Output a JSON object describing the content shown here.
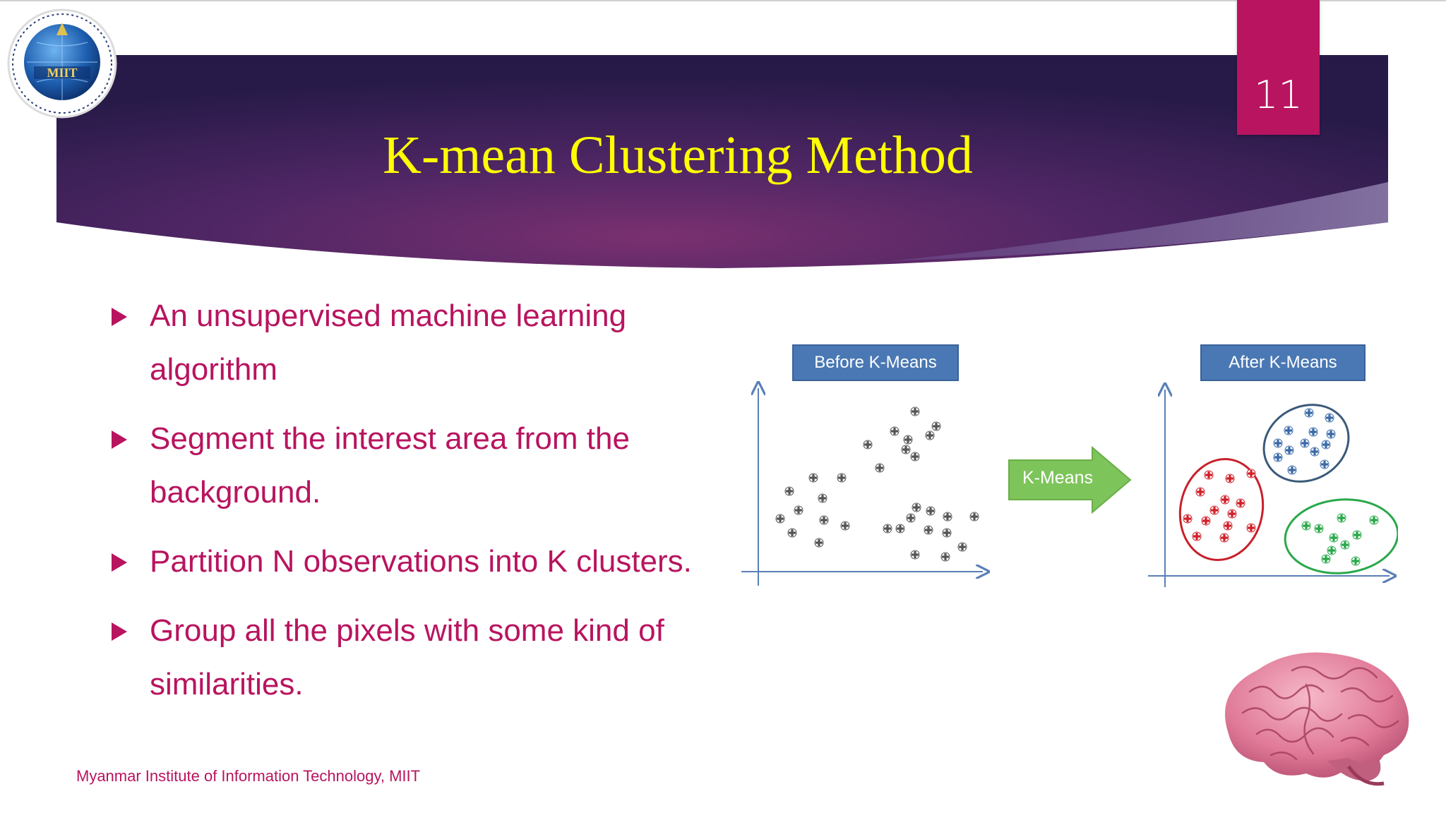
{
  "slide": {
    "title": "K-mean Clustering Method",
    "number": "11",
    "footer": "Myanmar Institute of Information Technology, MIIT",
    "logo_text": "MIIT"
  },
  "bullets": [
    "An unsupervised machine learning algorithm",
    "Segment the interest area from the background.",
    "Partition N observations into K clusters.",
    "Group all the pixels with some kind of similarities."
  ],
  "diagram": {
    "before_label": "Before K-Means",
    "after_label": "After K-Means",
    "arrow_label": "K-Means"
  },
  "colors": {
    "accent": "#b8145f",
    "title": "#ffff00",
    "banner_dark": "#2b1b4a",
    "banner_mid": "#5a2a6a",
    "label_blue": "#4a78b4",
    "arrow_green": "#7dc45a",
    "cluster_red": "#d0202a",
    "cluster_blue": "#3a5a7a",
    "cluster_green": "#2aa84a"
  },
  "icons": [
    "bullet-triangle-icon",
    "brain-icon",
    "miit-logo-icon"
  ]
}
